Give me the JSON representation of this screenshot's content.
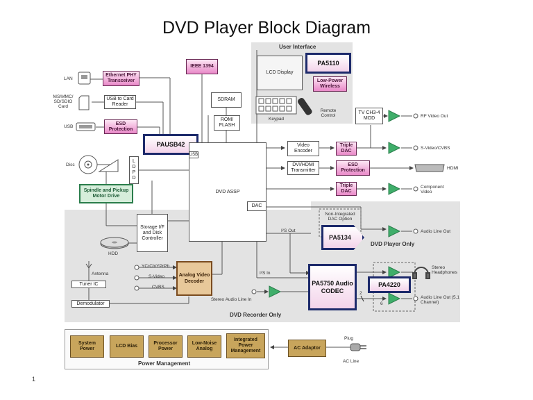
{
  "title": "DVD Player Block Diagram",
  "page_number": "1",
  "user_interface": {
    "label": "User Interface",
    "lcd_display": "LCD Display",
    "pa5110": "PA5110",
    "low_power_wireless": "Low-Power Wireless",
    "keypad": "Keypad",
    "remote_control": "Remote Control"
  },
  "left_ports": {
    "lan": "LAN",
    "card": "MS/MMC/ SD/SDIO Card",
    "usb": "USB",
    "ethernet_phy": "Ethernet PHY Transceiver",
    "usb_card_reader": "USB to Card Reader",
    "esd_protection_left": "ESD Protection",
    "pausb42": "PAUSB42",
    "ieee1394": "IEEE 1394"
  },
  "center": {
    "sdram": "SDRAM",
    "rom_flash": "ROM/ FLASH",
    "dvd_assp": "DVD ASSP",
    "dac": "DAC",
    "usb_tab": "USB"
  },
  "disc_section": {
    "disc": "Disc",
    "ldpd": [
      "L",
      "D",
      "P",
      "D"
    ],
    "spindle_drive": "Spindle and Pickup Motor Drive",
    "storage_controller": "Storage I/F and Disk Controller",
    "hdd": "HDD"
  },
  "video_outputs": {
    "tv_mod": "TV CH3-4 MOD",
    "rf_video_out": "RF Video Out",
    "video_encoder": "Video Encoder",
    "triple_dac_1": "Triple DAC",
    "svideo_cvbs": "S-Video/CVBS",
    "dvi_hdmi": "DVI/HDMI Transmitter",
    "esd_protection_right": "ESD Protection",
    "hdmi": "HDMI",
    "triple_dac_2": "Triple DAC",
    "component_video": "Component Video"
  },
  "player_only": {
    "label": "DVD Player Only",
    "i2s_out": "I²S Out",
    "non_integrated": "Non-Integrated DAC Option",
    "pa5134": "PA5134",
    "audio_line_out": "Audio Line Out"
  },
  "recorder_only": {
    "label": "DVD Recorder Only",
    "i2s_in": "I²S In",
    "antenna": "Antenna",
    "tuner_ic": "Tuner IC",
    "demodulator": "Demodulator",
    "ycrcb": "YCrCb/YPrPb",
    "svideo": "S-Video",
    "cvbs": "CVBS",
    "analog_video_decoder": "Analog Video Decoder",
    "stereo_audio_in": "Stereo Audio Line In",
    "pa5750": "PA5750 Audio CODEC",
    "pa4220": "PA4220",
    "stereo_headphones": "Stereo Headphones",
    "audio_line_out_51": "Audio Line Out (5.1 Channel)",
    "two": "2",
    "six": "6"
  },
  "power": {
    "label": "Power Management",
    "items": [
      "System Power",
      "LCD Bias",
      "Processor Power",
      "Low-Noise Analog",
      "Integrated Power Management"
    ],
    "ac_adaptor": "AC Adaptor",
    "plug": "Plug",
    "ac_line": "AC Line"
  },
  "colors": {
    "region_gray": "#e3e3e3",
    "amp_green": "#3fae6a",
    "pink_block": "#e989c8",
    "navy_border": "#1d2a6b",
    "power_tan": "#c8a55c"
  }
}
